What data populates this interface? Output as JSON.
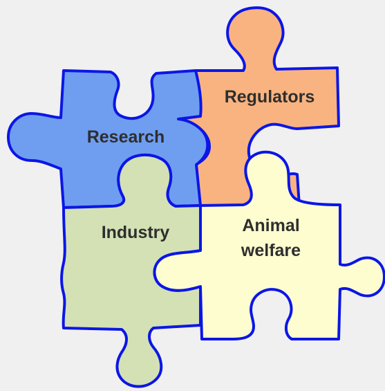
{
  "pieces": {
    "research": {
      "label": "Research",
      "color": "#6f9ef0"
    },
    "regulators": {
      "label": "Regulators",
      "color": "#f9b380"
    },
    "industry": {
      "label": "Industry",
      "color": "#d3e1b5"
    },
    "animal_welfare": {
      "line1": "Animal",
      "line2": "welfare",
      "color": "#fdfdcf"
    }
  },
  "outline_color": "#0b16e6",
  "background_color": "#f0f0f0"
}
